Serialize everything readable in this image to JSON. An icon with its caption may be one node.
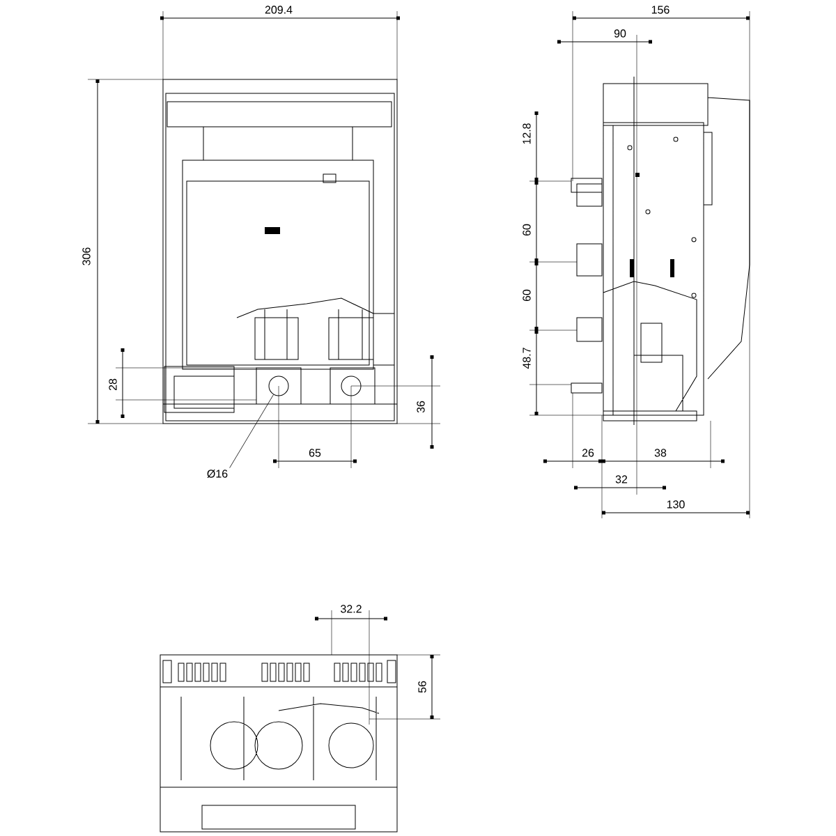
{
  "diagram": {
    "nodes": [
      {
        "text": [
          "Ø16"
        ]
      },
      {
        "text": [],
        "shape": "circle"
      }
    ],
    "edges": [
      {
        "from": 0,
        "to": 1,
        "arrow": "none"
      }
    ],
    "labels": [
      "209.4",
      "306",
      "28",
      "65",
      "36",
      "156",
      "90",
      "12.8",
      "60",
      "60",
      "48.7",
      "26",
      "38",
      "32",
      "130",
      "32.2",
      "56"
    ]
  }
}
